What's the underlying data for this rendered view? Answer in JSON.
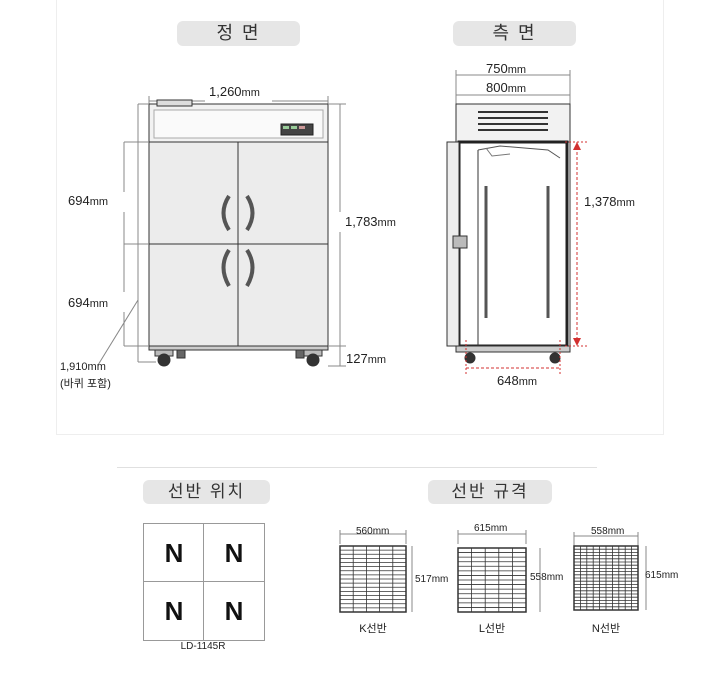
{
  "front": {
    "title": "정 면",
    "width_label": "1,260",
    "door_upper": "694",
    "door_lower": "694",
    "total_height": "1,783",
    "caster_height": "127",
    "unit": "mm",
    "note_value": "1,910",
    "note_unit": "mm",
    "note_text": "(바퀴 포함)"
  },
  "side": {
    "title": "측 면",
    "depth1": "750",
    "depth2": "800",
    "inner_height": "1,378",
    "inner_depth": "648",
    "unit": "mm"
  },
  "shelf_position": {
    "title": "선반 위치",
    "cells": [
      "N",
      "N",
      "N",
      "N"
    ],
    "model": "LD-1145R"
  },
  "shelf_spec": {
    "title": "선반 규격",
    "items": [
      {
        "width": "560",
        "height": "517",
        "unit": "mm",
        "label": "K선반"
      },
      {
        "width": "615",
        "height": "558",
        "unit": "mm",
        "label": "L선반"
      },
      {
        "width": "558",
        "height": "615",
        "unit": "mm",
        "label": "N선반"
      }
    ]
  },
  "colors": {
    "accent_red": "#d33030",
    "pill_bg": "#e6e6e6"
  }
}
